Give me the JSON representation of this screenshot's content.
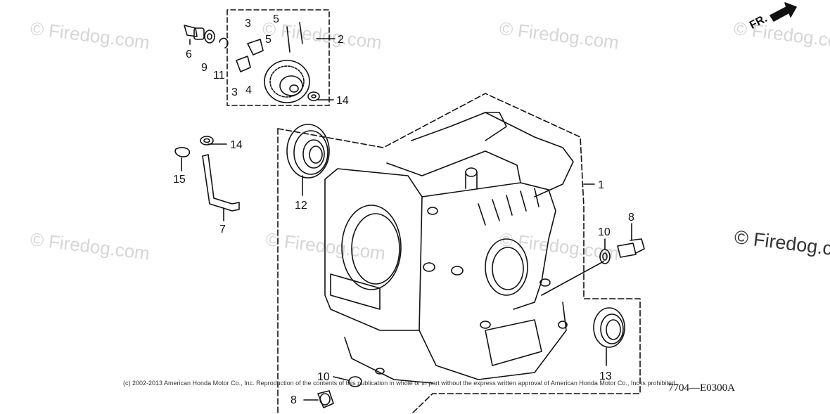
{
  "watermark": "© Firedog.com",
  "copyright": "(c) 2002-2013 American Honda Motor Co., Inc. Reproduction of the contents of this publication in whole or in part without the express written approval of American Honda Motor Co., Inc is prohibited.",
  "drawing_code": "7704—E0300A",
  "front_label": "FR.",
  "callouts": {
    "c1": "1",
    "c2": "2",
    "c3a": "3",
    "c3b": "3",
    "c4": "4",
    "c5a": "5",
    "c5b": "5",
    "c6": "6",
    "c7": "7",
    "c8a": "8",
    "c8b": "8",
    "c9": "9",
    "c10a": "10",
    "c10b": "10",
    "c11": "11",
    "c12": "12",
    "c13": "13",
    "c14a": "14",
    "c14b": "14",
    "c15": "15"
  }
}
